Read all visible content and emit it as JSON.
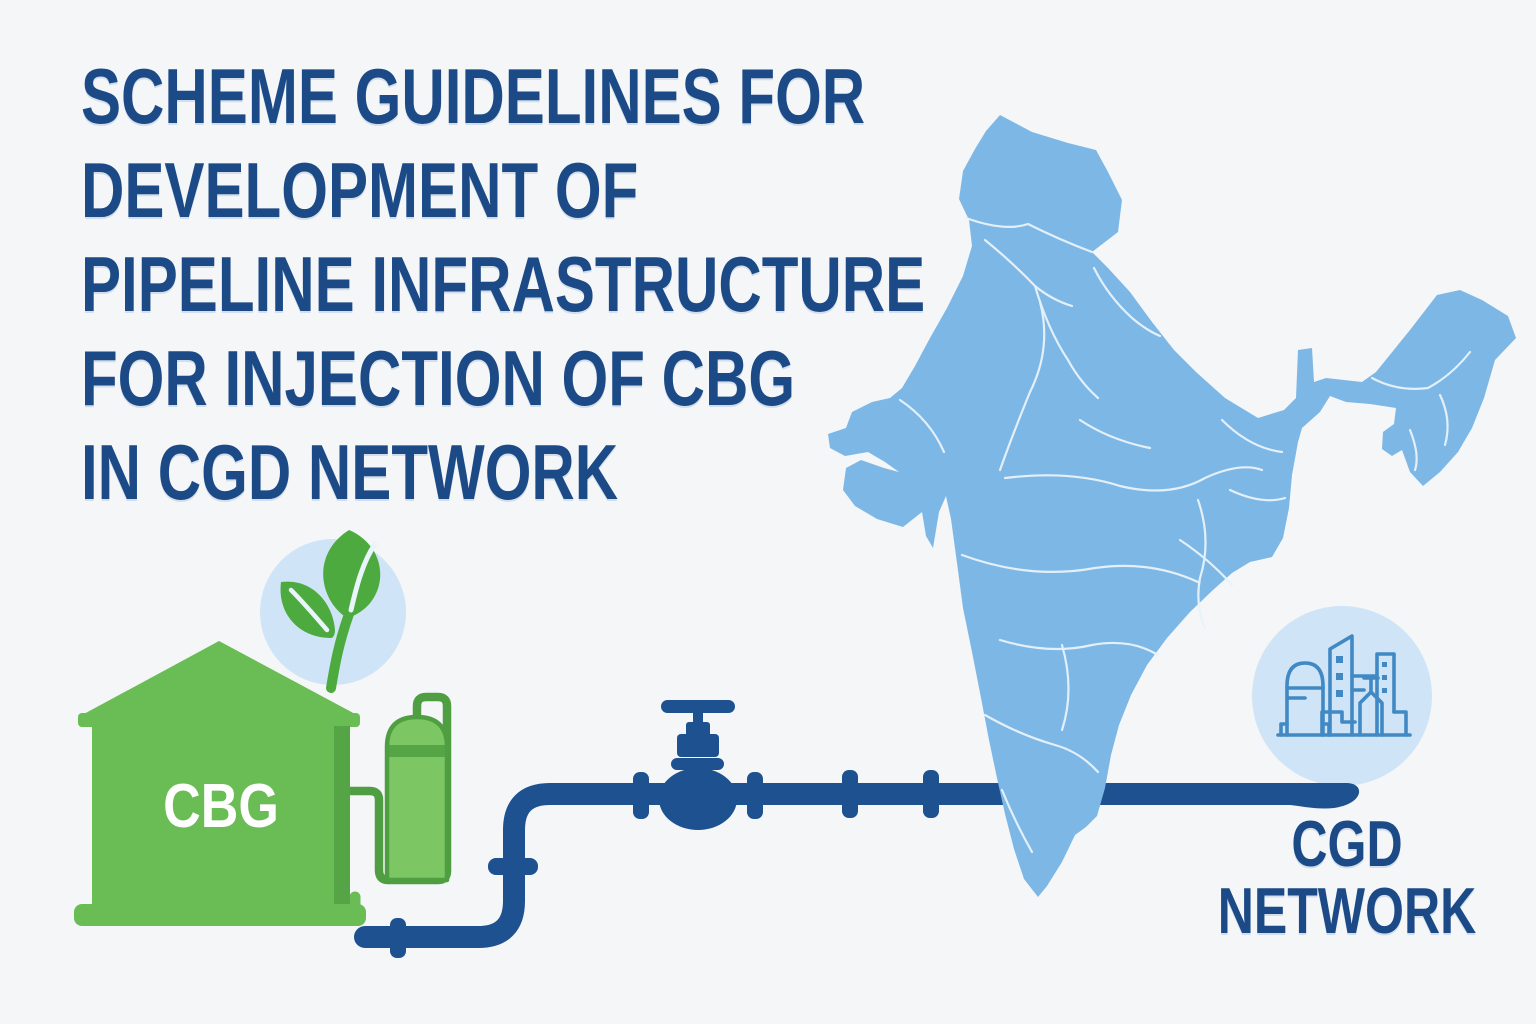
{
  "title": {
    "text": "SCHEME GUIDELINES FOR\nDEVELOPMENT OF\nPIPELINE INFRASTRUCTURE\nFOR INJECTION OF CBG\nIN CGD NETWORK"
  },
  "diagram": {
    "source_label": "CBG",
    "destination_label": "CGD\nNETWORK",
    "icons": {
      "eco_badge": "leaf-icon",
      "source_plant": "cbg-storage-tank-icon",
      "pipeline_valve": "valve-icon",
      "country_map": "india-map",
      "destination_badge": "city-buildings-icon"
    }
  },
  "colors": {
    "background": "#f4f6f8",
    "title_blue": "#1b4a86",
    "pipe_blue": "#1d518f",
    "map_blue": "#7db7e6",
    "map_border": "#e9f3fb",
    "green_main": "#6abc55",
    "green_dark": "#4f9e41",
    "green_cylinder": "#7cc763",
    "leaf_green": "#4caa3e",
    "circle_light_blue": "#cfe4f6",
    "icon_outline_blue": "#4189c4",
    "cbg_text": "#ffffff"
  }
}
